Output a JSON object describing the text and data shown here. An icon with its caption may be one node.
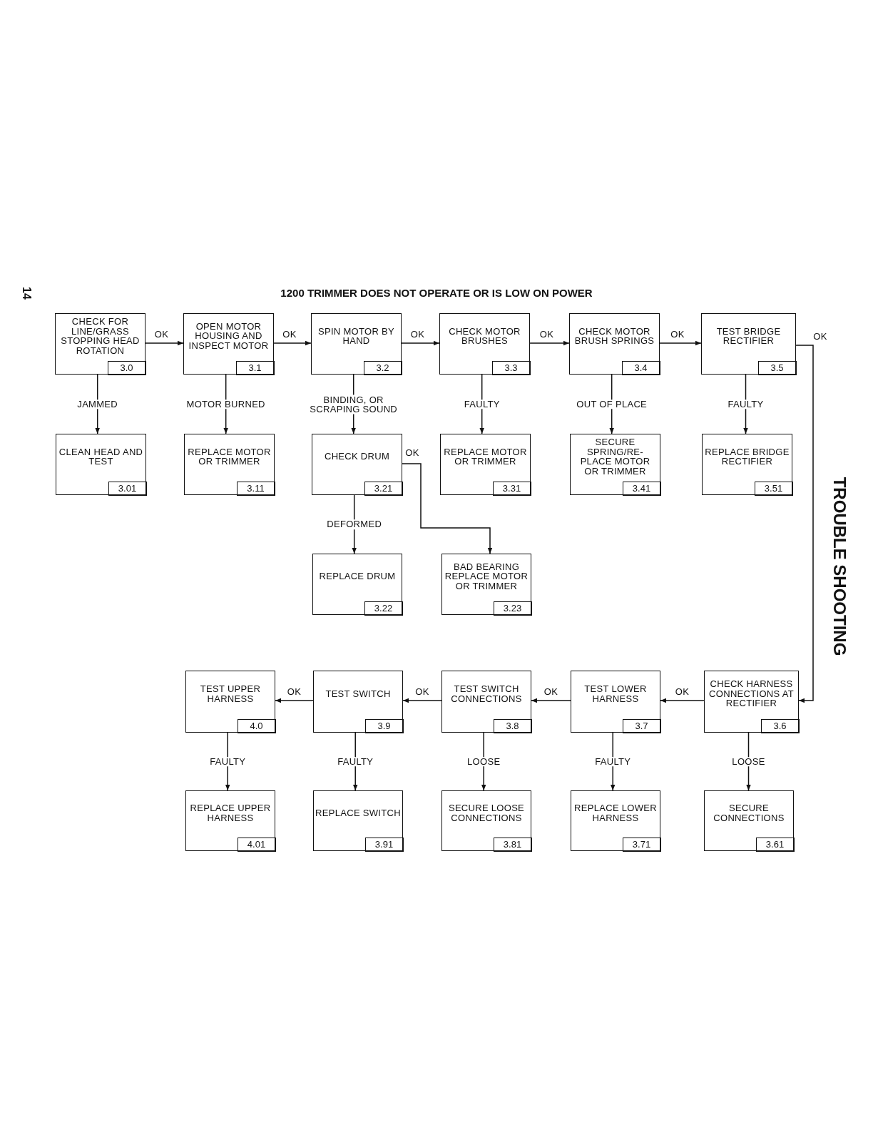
{
  "diagram": {
    "title": "1200 TRIMMER DOES NOT OPERATE OR IS LOW ON POWER",
    "nodes": [
      {
        "text": [
          "CHECK FOR LINE/GRASS STOPPING HEAD ROTATION",
          "3.0"
        ]
      },
      {
        "text": [
          "OPEN MOTOR HOUSING AND INSPECT MOTOR",
          "3.1"
        ]
      },
      {
        "text": [
          "SPIN MOTOR BY HAND",
          "3.2"
        ]
      },
      {
        "text": [
          "CHECK MOTOR BRUSHES",
          "3.3"
        ]
      },
      {
        "text": [
          "CHECK MOTOR BRUSH SPRINGS",
          "3.4"
        ]
      },
      {
        "text": [
          "TEST BRIDGE RECTIFIER",
          "3.5"
        ]
      },
      {
        "text": [
          "CLEAN HEAD AND TEST",
          "3.01"
        ]
      },
      {
        "text": [
          "REPLACE MOTOR OR TRIMMER",
          "3.11"
        ]
      },
      {
        "text": [
          "CHECK DRUM",
          "3.21"
        ]
      },
      {
        "text": [
          "REPLACE MOTOR OR TRIMMER",
          "3.31"
        ]
      },
      {
        "text": [
          "SECURE SPRING/RE- PLACE MOTOR OR TRIMMER",
          "3.41"
        ]
      },
      {
        "text": [
          "REPLACE BRIDGE RECTIFIER",
          "3.51"
        ]
      },
      {
        "text": [
          "REPLACE DRUM",
          "3.22"
        ]
      },
      {
        "text": [
          "BAD BEARING REPLACE MOTOR OR TRIMMER",
          "3.23"
        ]
      },
      {
        "text": [
          "TEST UPPER HARNESS",
          "4.0"
        ]
      },
      {
        "text": [
          "TEST SWITCH",
          "3.9"
        ]
      },
      {
        "text": [
          "TEST SWITCH CONNECTIONS",
          "3.8"
        ]
      },
      {
        "text": [
          "TEST LOWER HARNESS",
          "3.7"
        ]
      },
      {
        "text": [
          "CHECK HARNESS CONNECTIONS AT RECTIFIER",
          "3.6"
        ]
      },
      {
        "text": [
          "REPLACE UPPER HARNESS",
          "4.01"
        ]
      },
      {
        "text": [
          "REPLACE SWITCH",
          "3.91"
        ]
      },
      {
        "text": [
          "SECURE LOOSE CONNECTIONS",
          "3.81"
        ]
      },
      {
        "text": [
          "REPLACE LOWER HARNESS",
          "3.71"
        ]
      },
      {
        "text": [
          "SECURE CONNECTIONS",
          "3.61"
        ]
      }
    ],
    "edges": [
      {
        "from": 0,
        "to": 1,
        "arrow": "to",
        "label": "OK"
      },
      {
        "from": 1,
        "to": 2,
        "arrow": "to",
        "label": "OK"
      },
      {
        "from": 2,
        "to": 3,
        "arrow": "to",
        "label": "OK"
      },
      {
        "from": 3,
        "to": 4,
        "arrow": "to",
        "label": "OK"
      },
      {
        "from": 4,
        "to": 5,
        "arrow": "to",
        "label": "OK"
      },
      {
        "from": 5,
        "to": 18,
        "arrow": "to",
        "label": "OK"
      },
      {
        "from": 0,
        "to": 6,
        "arrow": "to",
        "label": "JAMMED"
      },
      {
        "from": 1,
        "to": 7,
        "arrow": "to",
        "label": "MOTOR BURNED"
      },
      {
        "from": 2,
        "to": 8,
        "arrow": "to",
        "label": "BINDING, OR SCRAPING SOUND"
      },
      {
        "from": 3,
        "to": 9,
        "arrow": "to",
        "label": "FAULTY"
      },
      {
        "from": 4,
        "to": 10,
        "arrow": "to",
        "label": "OUT OF PLACE"
      },
      {
        "from": 5,
        "to": 11,
        "arrow": "to",
        "label": "FAULTY"
      },
      {
        "from": 8,
        "to": 12,
        "arrow": "to",
        "label": "DEFORMED"
      },
      {
        "from": 8,
        "to": 13,
        "arrow": "to",
        "label": "OK"
      },
      {
        "from": 18,
        "to": 17,
        "arrow": "to",
        "label": "OK"
      },
      {
        "from": 17,
        "to": 16,
        "arrow": "to",
        "label": "OK"
      },
      {
        "from": 16,
        "to": 15,
        "arrow": "to",
        "label": "OK"
      },
      {
        "from": 15,
        "to": 14,
        "arrow": "to",
        "label": "OK"
      },
      {
        "from": 14,
        "to": 19,
        "arrow": "to",
        "label": "FAULTY"
      },
      {
        "from": 15,
        "to": 20,
        "arrow": "to",
        "label": "FAULTY"
      },
      {
        "from": 16,
        "to": 21,
        "arrow": "to",
        "label": "LOOSE"
      },
      {
        "from": 17,
        "to": 22,
        "arrow": "to",
        "label": "FAULTY"
      },
      {
        "from": 18,
        "to": 23,
        "arrow": "to",
        "label": "LOOSE"
      }
    ],
    "labels": [
      "14",
      "TROUBLE SHOOTING"
    ]
  }
}
